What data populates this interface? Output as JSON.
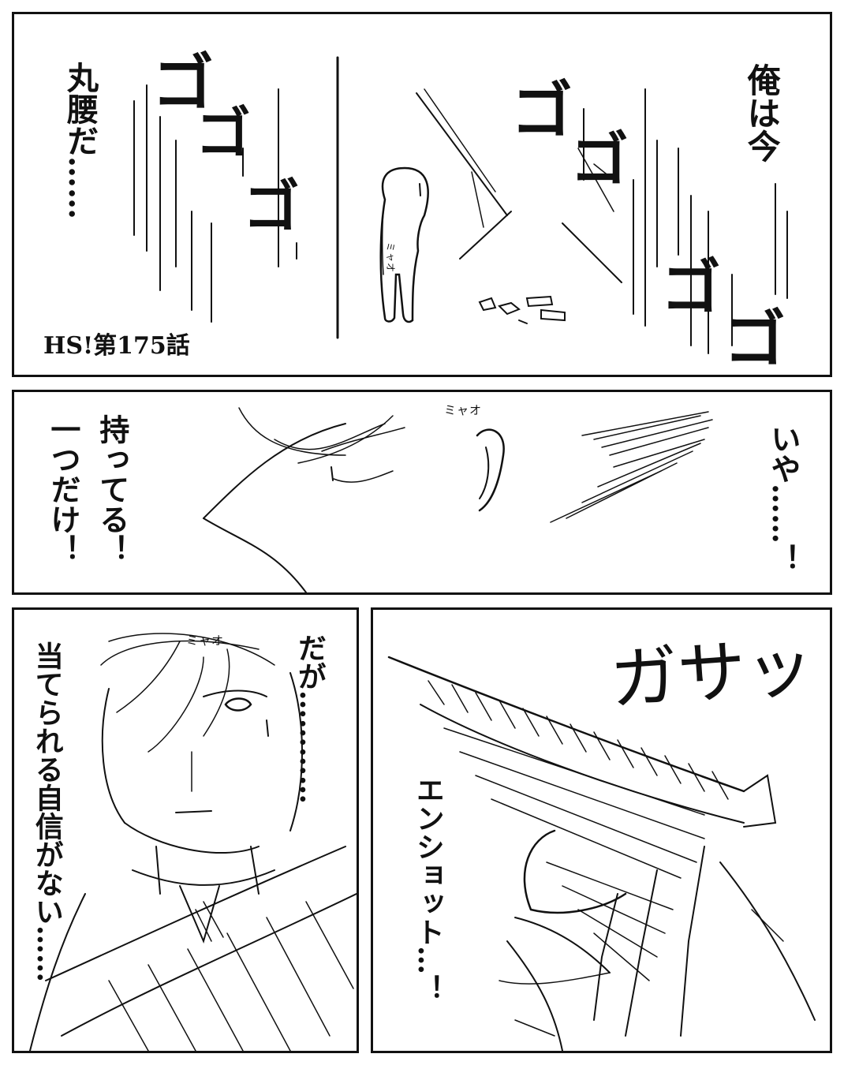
{
  "panel1": {
    "narration_left": "丸腰だ……",
    "narration_right": "俺は今",
    "chapter": "HS!第175話",
    "sfx": [
      "ゴ",
      "ゴ",
      "ゴ",
      "ゴ",
      "ゴ",
      "ゴ",
      "ゴ"
    ],
    "name_tag": "ミャオ"
  },
  "panel2": {
    "line_left_1": "持ってる！",
    "line_left_2": "一つだけ！",
    "line_right": "いや……！",
    "name_tag": "ミャオ"
  },
  "panel3": {
    "line_1": "だが…………",
    "line_2": "当てられる自信がない……",
    "name_tag": "ミャオ"
  },
  "panel4": {
    "sfx": "ガサッ",
    "line": "エンショット…！"
  }
}
